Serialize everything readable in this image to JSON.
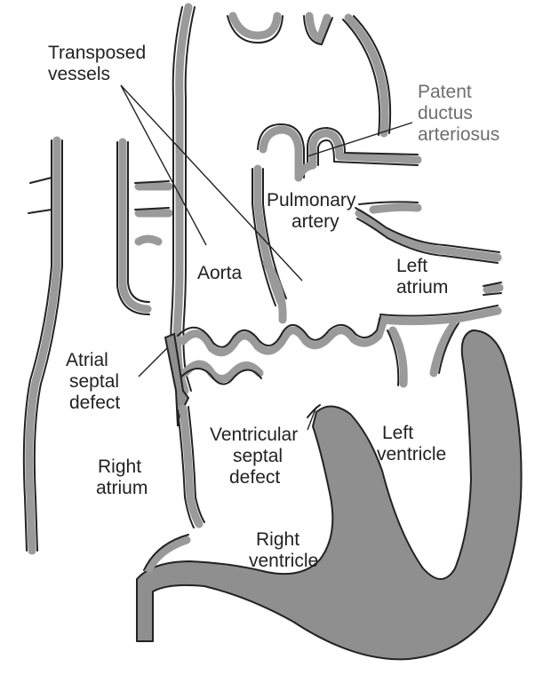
{
  "colors": {
    "background": "#ffffff",
    "wall": "#9a9a9a",
    "muscle": "#8f8f8f",
    "outline": "#222222",
    "label": "#222222",
    "label_secondary": "#6e6e6e"
  },
  "labels": {
    "transposed_vessels": [
      "Transposed",
      "vessels"
    ],
    "patent_ductus_arteriosus": [
      "Patent",
      "ductus",
      "arteriosus"
    ],
    "pulmonary_artery": [
      "Pulmonary",
      "artery"
    ],
    "aorta": [
      "Aorta"
    ],
    "left_atrium": [
      "Left",
      "atrium"
    ],
    "atrial_septal_defect": [
      "Atrial",
      "septal",
      "defect"
    ],
    "ventricular_septal_defect": [
      "Ventricular",
      "septal",
      "defect"
    ],
    "left_ventricle": [
      "Left",
      "ventricle"
    ],
    "right_atrium": [
      "Right",
      "atrium"
    ],
    "right_ventricle": [
      "Right",
      "ventricle"
    ]
  }
}
